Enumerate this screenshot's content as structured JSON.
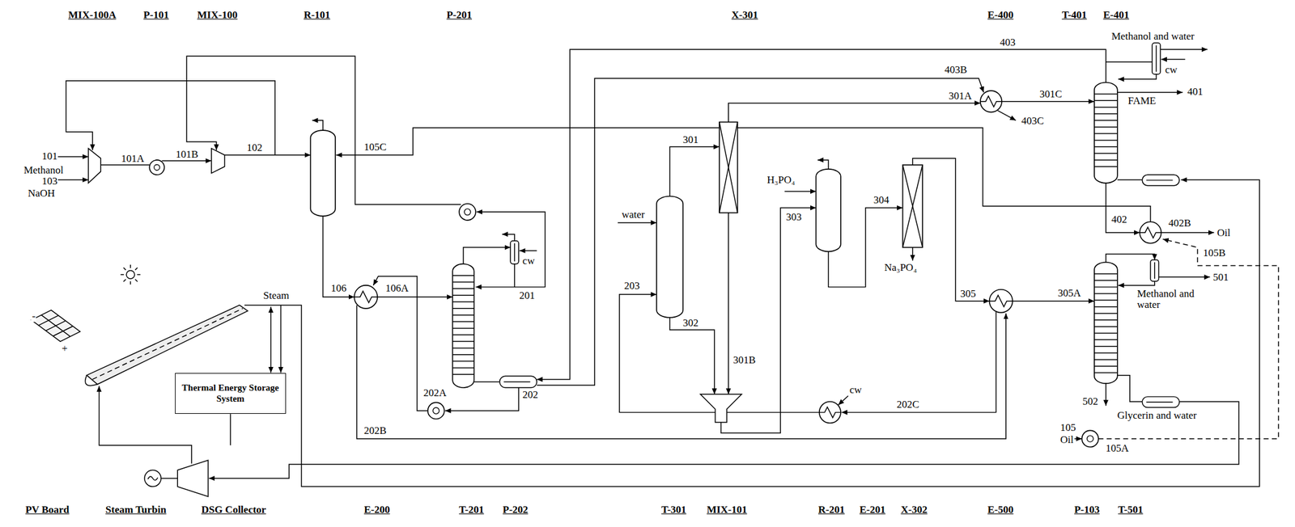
{
  "diagram": {
    "nodes": [
      {
        "text": [
          "Thermal Energy Storage System"
        ]
      }
    ],
    "labels": [
      "MIX-100A",
      "P-101",
      "MIX-100",
      "R-101",
      "P-201",
      "X-301",
      "E-400",
      "T-401",
      "E-401",
      "101",
      "Methanol",
      "103",
      "NaOH",
      "101A",
      "101B",
      "102",
      "105C",
      "403",
      "403B",
      "301A",
      "301C",
      "Methanol and water",
      "cw",
      "FAME",
      "401",
      "403C",
      "301",
      "H₃PO₄",
      "water",
      "303",
      "304",
      "106",
      "106A",
      "201",
      "cw",
      "203",
      "302",
      "301B",
      "Na₃PO₄",
      "305",
      "305A",
      "402",
      "402B",
      "Oil",
      "105B",
      "Methanol and water",
      "501",
      "202A",
      "202",
      "202C",
      "cw",
      "502",
      "Glycerin and water",
      "105",
      "Oil",
      "105A",
      "202B",
      "Steam",
      "-",
      "+",
      "PV Board",
      "Steam Turbin",
      "DSG Collector",
      "E-200",
      "T-201",
      "P-202",
      "T-301",
      "MIX-101",
      "R-201",
      "E-201",
      "X-302",
      "E-500",
      "P-103",
      "T-501"
    ]
  }
}
